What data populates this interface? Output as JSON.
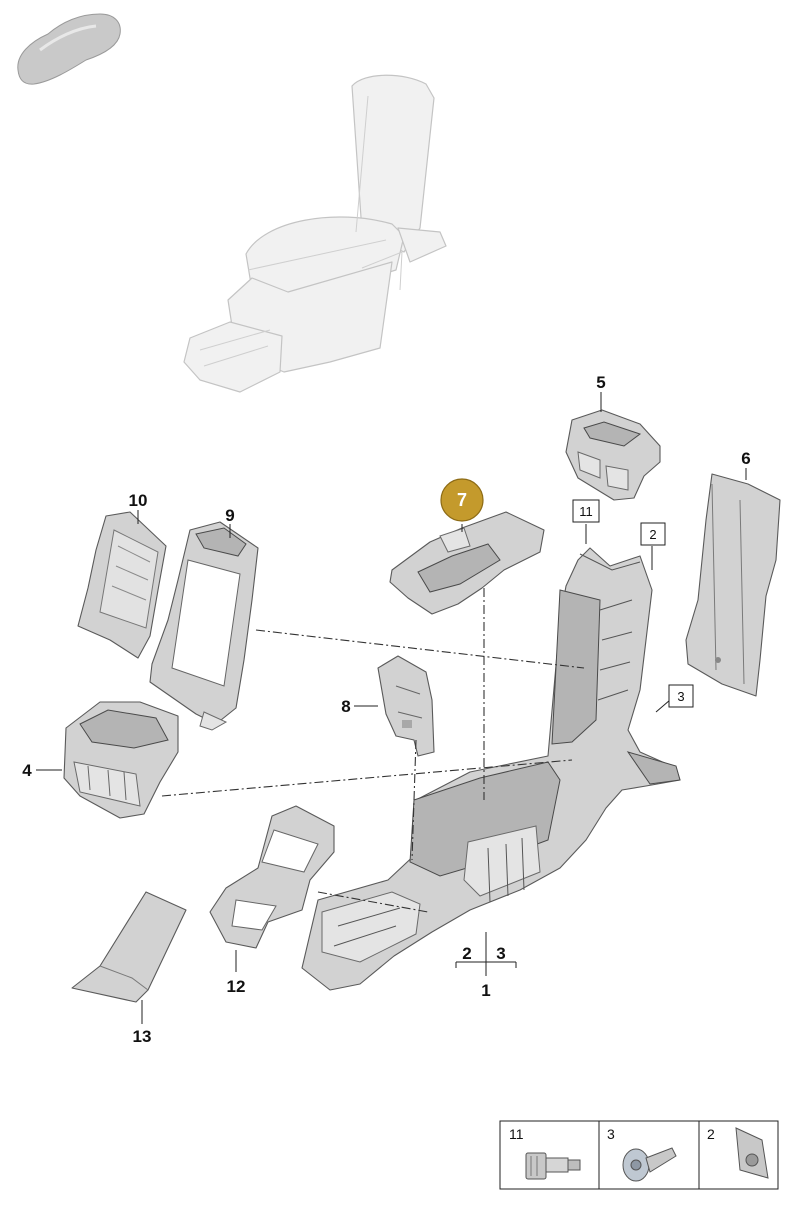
{
  "callouts": {
    "part_1": "1",
    "part_2": "2",
    "part_3": "3",
    "part_4": "4",
    "part_5": "5",
    "part_6": "6",
    "part_7": "7",
    "part_8": "8",
    "part_9": "9",
    "part_10": "10",
    "part_11_box": "11",
    "part_2_box": "2",
    "part_3_box": "3",
    "part_12": "12",
    "part_13": "13"
  },
  "legend": [
    {
      "label": "11",
      "icon": "stepped-bolt-icon"
    },
    {
      "label": "3",
      "icon": "flange-screw-icon"
    },
    {
      "label": "2",
      "icon": "speed-nut-clip-icon"
    }
  ],
  "colors": {
    "highlight_badge": "#c49a2c",
    "part_fill": "#d2d2d2",
    "ghost_fill": "#f1f1f1"
  }
}
